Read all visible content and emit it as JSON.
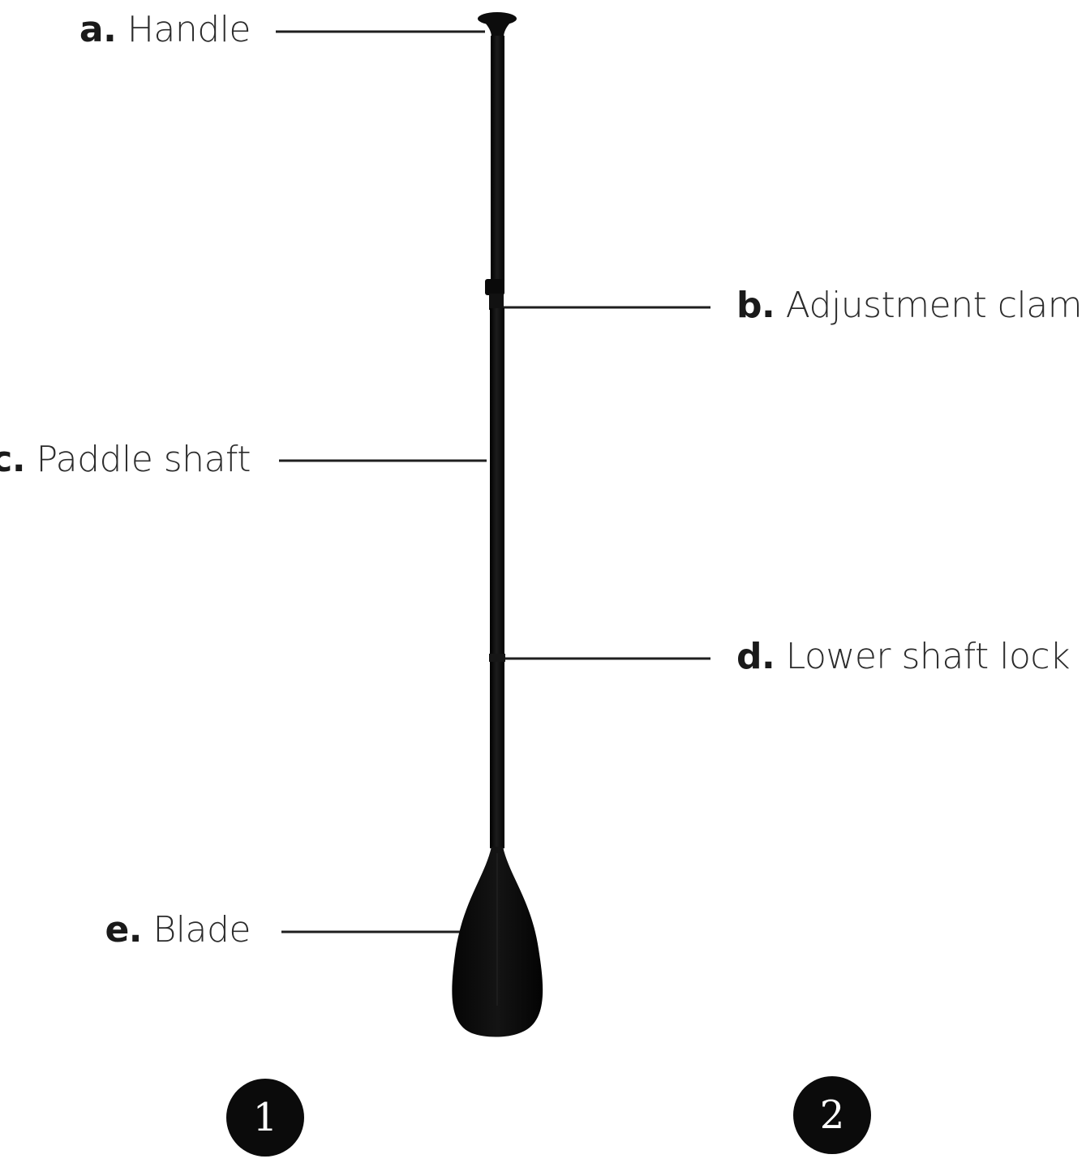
{
  "callouts": [
    {
      "id": "a",
      "letter": "a.",
      "text": "Handle"
    },
    {
      "id": "b",
      "letter": "b.",
      "text": "Adjustment clamp"
    },
    {
      "id": "c",
      "letter": "c.",
      "text": "Paddle shaft"
    },
    {
      "id": "d",
      "letter": "d.",
      "text": "Lower shaft lock"
    },
    {
      "id": "e",
      "letter": "e.",
      "text": "Blade"
    }
  ],
  "steps": [
    {
      "label": "1"
    },
    {
      "label": "2"
    }
  ],
  "colors": {
    "paddle": "#0c0c0c",
    "leader_line": "#1f1f1f",
    "badge_bg": "#0b0b0b",
    "badge_text": "#ffffff"
  }
}
